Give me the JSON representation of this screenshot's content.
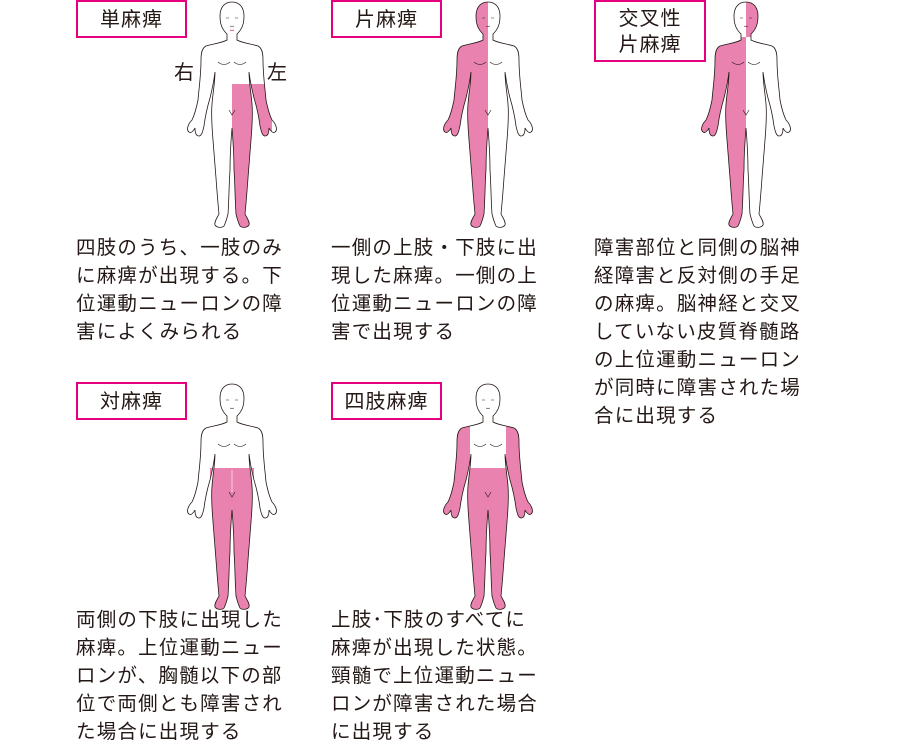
{
  "colors": {
    "paralysis_fill": "#ea82b0",
    "label_border": "#e4007f",
    "outline": "#231815",
    "text": "#231815"
  },
  "panels": [
    {
      "id": "monoplegia",
      "title_lines": [
        "単麻痺"
      ],
      "side_labels": {
        "right": "右",
        "left": "左"
      },
      "highlight": "left_leg",
      "description_lines": [
        "四肢のうち、一肢のみ",
        "に麻痺が出現する。下",
        "位運動ニューロンの障",
        "害によくみられる"
      ]
    },
    {
      "id": "hemiplegia",
      "title_lines": [
        "片麻痺"
      ],
      "highlight": "right_half",
      "description_lines": [
        "一側の上肢・下肢に出",
        "現した麻痺。一側の上",
        "位運動ニューロンの障",
        "害で出現する"
      ]
    },
    {
      "id": "crossed-hemiplegia",
      "title_lines": [
        "交叉性",
        "片麻痺"
      ],
      "highlight": "crossed",
      "description_lines": [
        "障害部位と同側の脳神",
        "経障害と反対側の手足",
        "の麻痺。脳神経と交叉",
        "していない皮質脊髄路",
        "の上位運動ニューロン",
        "が同時に障害された場",
        "合に出現する"
      ]
    },
    {
      "id": "paraplegia",
      "title_lines": [
        "対麻痺"
      ],
      "highlight": "both_legs",
      "description_lines": [
        "両側の下肢に出現した",
        "麻痺。上位運動ニュー",
        "ロンが、胸髄以下の部",
        "位で両側とも障害され",
        "た場合に出現する"
      ]
    },
    {
      "id": "tetraplegia",
      "title_lines": [
        "四肢麻痺"
      ],
      "highlight": "all_limbs",
      "description_lines": [
        "上肢･下肢のすべてに",
        "麻痺が出現した状態。",
        "頸髄で上位運動ニュー",
        "ロンが障害された場合",
        "に出現する"
      ]
    }
  ]
}
